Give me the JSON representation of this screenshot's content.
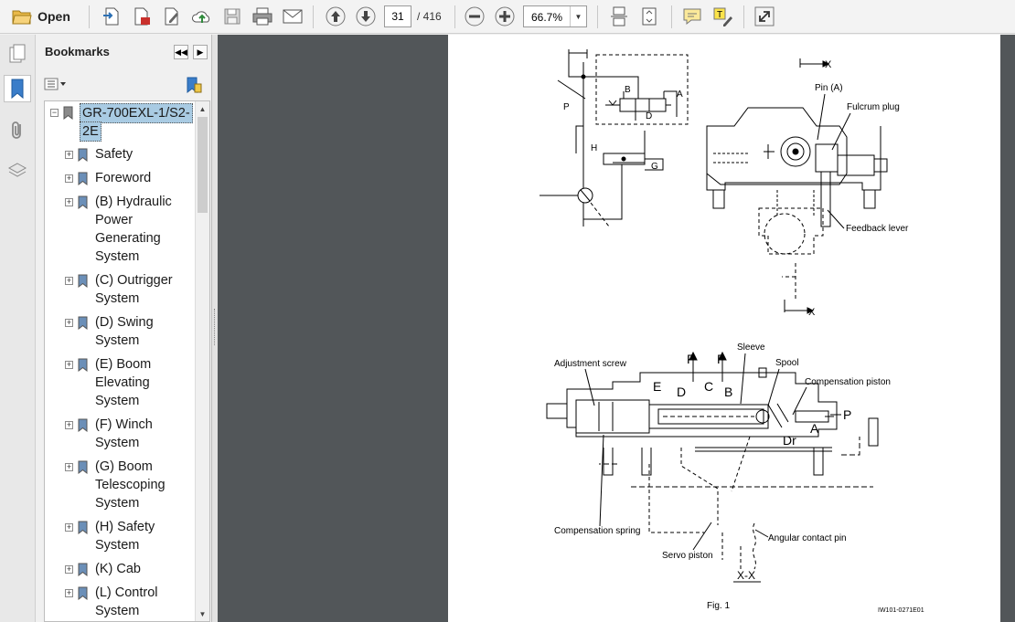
{
  "toolbar": {
    "open_label": "Open",
    "page_current": "31",
    "page_total": "/ 416",
    "zoom": "66.7%"
  },
  "bookmarks": {
    "title": "Bookmarks",
    "items": [
      {
        "label": "GR-700EXL-1/S2-2E",
        "lines": [
          "GR-700EXL-1/S2-",
          "2E"
        ],
        "selected": true
      },
      {
        "label": "Safety",
        "lines": [
          "Safety"
        ]
      },
      {
        "label": "Foreword",
        "lines": [
          "Foreword"
        ]
      },
      {
        "label": "(B) Hydraulic Power Generating System",
        "lines": [
          "(B) Hydraulic",
          "Power",
          "Generating",
          "System"
        ]
      },
      {
        "label": "(C) Outrigger System",
        "lines": [
          "(C) Outrigger",
          "System"
        ]
      },
      {
        "label": "(D) Swing System",
        "lines": [
          "(D) Swing",
          "System"
        ]
      },
      {
        "label": "(E) Boom Elevating System",
        "lines": [
          "(E) Boom",
          "Elevating",
          "System"
        ]
      },
      {
        "label": "(F) Winch System",
        "lines": [
          "(F) Winch",
          "System"
        ]
      },
      {
        "label": "(G) Boom Telescoping System",
        "lines": [
          "(G) Boom",
          "Telescoping",
          "System"
        ]
      },
      {
        "label": "(H) Safety System",
        "lines": [
          "(H) Safety",
          "System"
        ]
      },
      {
        "label": "(K) Cab",
        "lines": [
          "(K) Cab"
        ]
      },
      {
        "label": "(L) Control System",
        "lines": [
          "(L) Control",
          "System"
        ]
      }
    ]
  },
  "drawing": {
    "top_labels": {
      "p": "P",
      "b": "B",
      "a": "A",
      "d": "D",
      "h": "H",
      "g": "G",
      "x_top": "X",
      "x_bottom": "X",
      "pin_a": "Pin (A)",
      "fulcrum_plug": "Fulcrum plug",
      "feedback_lever": "Feedback lever"
    },
    "bottom_labels": {
      "adjustment_screw": "Adjustment screw",
      "sleeve": "Sleeve",
      "spool": "Spool",
      "compensation_piston": "Compensation piston",
      "p1": "P",
      "p2": "P",
      "p3": "P",
      "e": "E",
      "d": "D",
      "c": "C",
      "b": "B",
      "a": "A",
      "dr": "Dr",
      "compensation_spring": "Compensation spring",
      "angular_contact_pin": "Angular contact pin",
      "servo_piston": "Servo piston",
      "section": "X-X",
      "fig": "Fig. 1",
      "code": "IW101-0271E01"
    }
  }
}
